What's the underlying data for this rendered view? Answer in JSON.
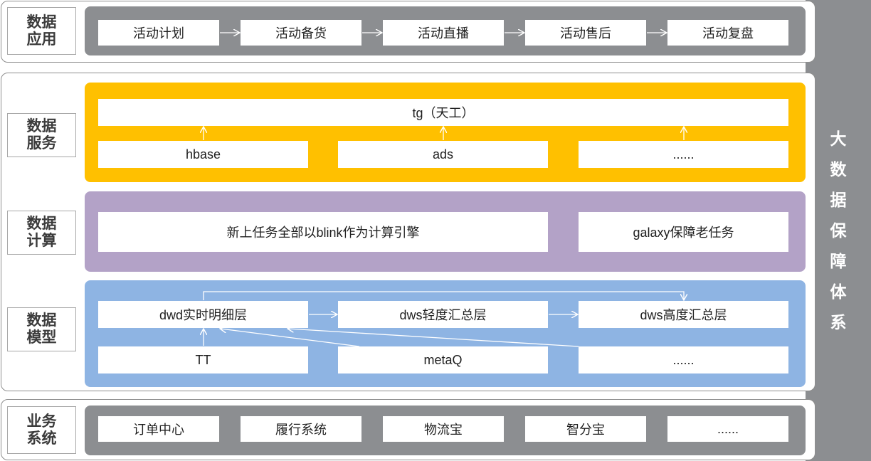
{
  "right_column": [
    "大",
    "数",
    "据",
    "保",
    "障",
    "体",
    "系"
  ],
  "application": {
    "label_lines": [
      "数据",
      "应用"
    ],
    "items": [
      "活动计划",
      "活动备货",
      "活动直播",
      "活动售后",
      "活动复盘"
    ]
  },
  "service": {
    "label_lines": [
      "数据",
      "服务"
    ],
    "top": "tg（天工）",
    "items": [
      "hbase",
      "ads",
      "......"
    ]
  },
  "compute": {
    "label_lines": [
      "数据",
      "计算"
    ],
    "items": [
      "新上任务全部以blink作为计算引擎",
      "galaxy保障老任务"
    ]
  },
  "model": {
    "label_lines": [
      "数据",
      "模型"
    ],
    "row1": [
      "dwd实时明细层",
      "dws轻度汇总层",
      "dws高度汇总层"
    ],
    "row2": [
      "TT",
      "metaQ",
      "......"
    ]
  },
  "business": {
    "label_lines": [
      "业务",
      "系统"
    ],
    "items": [
      "订单中心",
      "履行系统",
      "物流宝",
      "智分宝",
      "......"
    ]
  }
}
